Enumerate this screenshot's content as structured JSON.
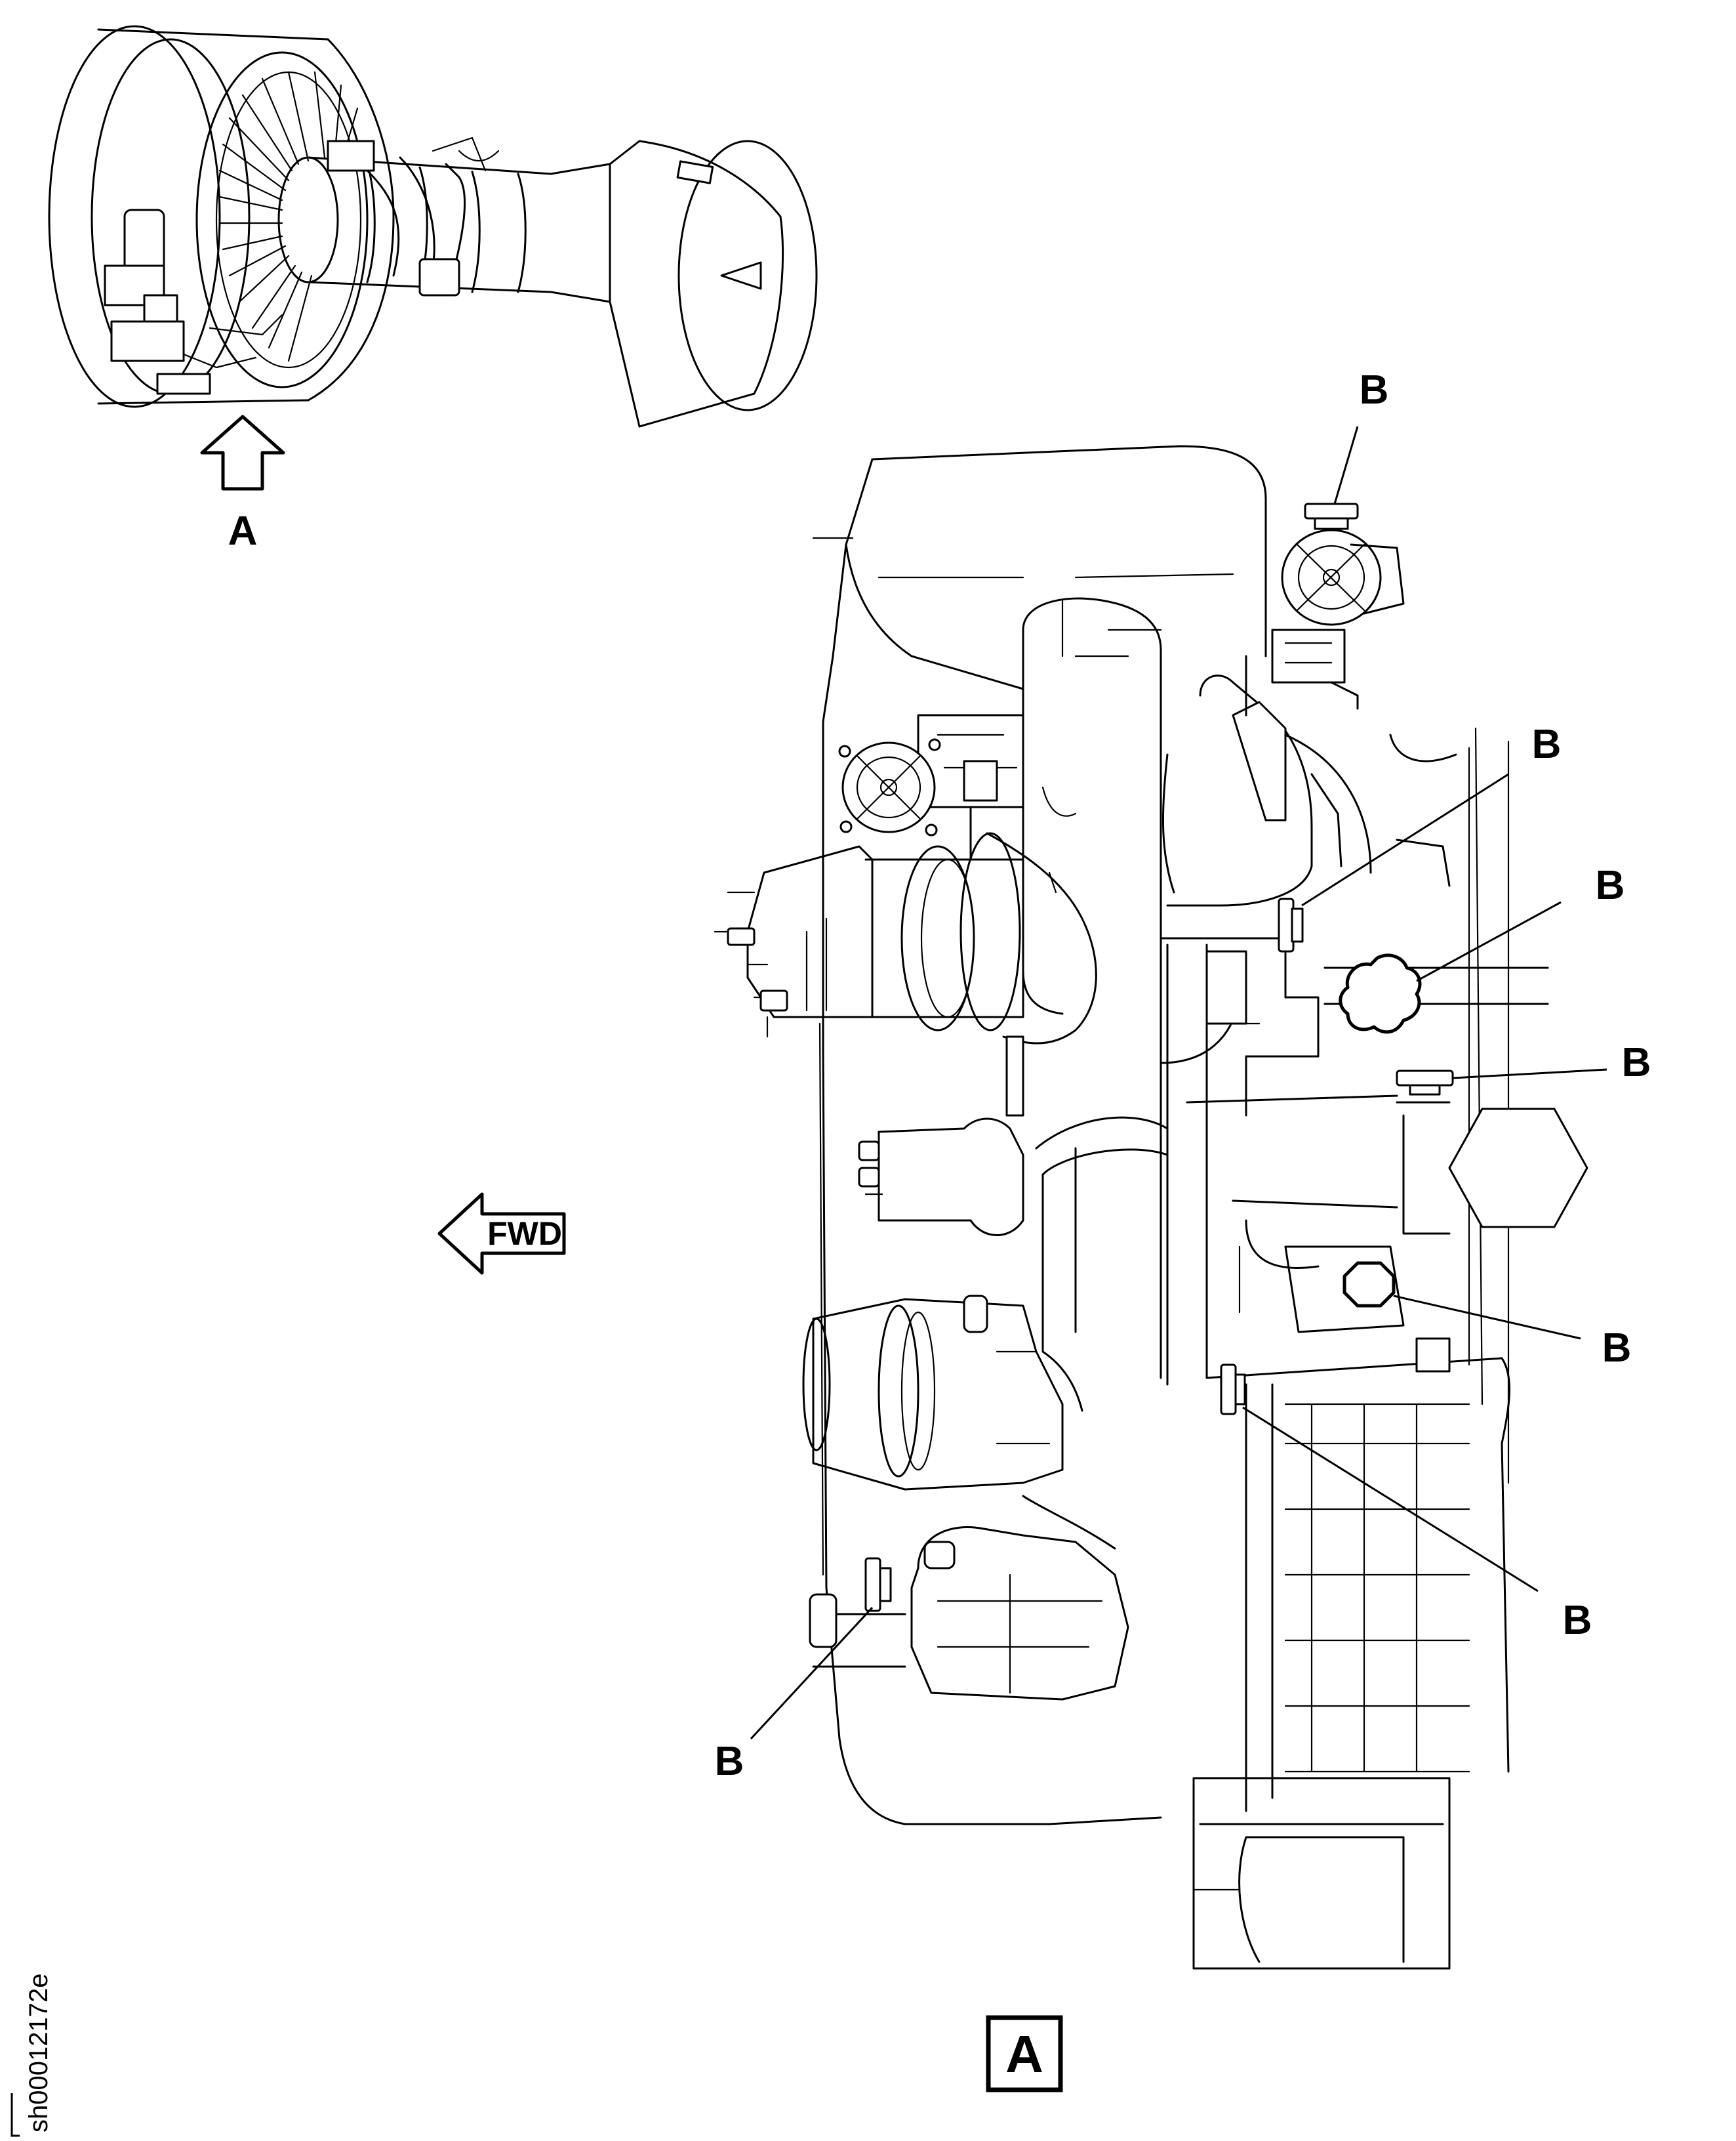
{
  "figure": {
    "view_letter": "A",
    "view_box_label": "A",
    "callout_letter": "B",
    "direction_label": "FWD",
    "figure_id": "sh00012172e"
  },
  "callouts": [
    {
      "id": "b1",
      "label": "B"
    },
    {
      "id": "b2",
      "label": "B"
    },
    {
      "id": "b3",
      "label": "B"
    },
    {
      "id": "b4",
      "label": "B"
    },
    {
      "id": "b5",
      "label": "B"
    },
    {
      "id": "b6",
      "label": "B"
    },
    {
      "id": "b7",
      "label": "B"
    }
  ],
  "colors": {
    "line": "#000000",
    "background": "#ffffff"
  }
}
